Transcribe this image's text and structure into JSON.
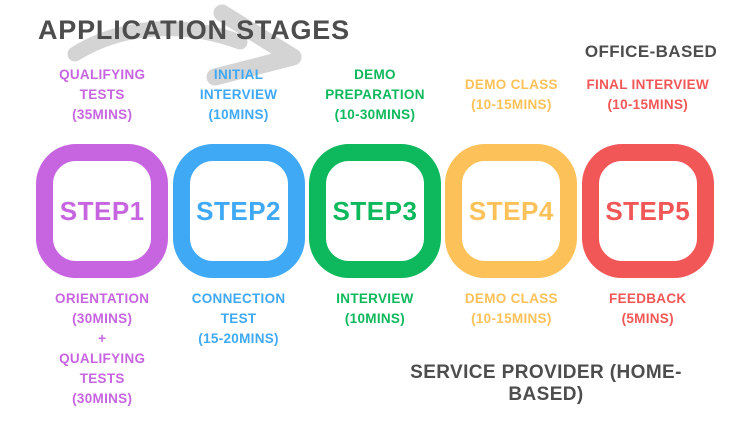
{
  "title": "APPLICATION STAGES",
  "office_based_label": "OFFICE-BASED",
  "service_provider_label": "SERVICE PROVIDER (HOME-BASED)",
  "colors": {
    "dark_text": "#4d4d4d",
    "arrow_gray": "#d4d4d4"
  },
  "steps": [
    {
      "label": "STEP1",
      "color": "#c765e0",
      "top_label": "QUALIFYING\nTESTS\n(35MINS)",
      "bottom_label": "ORIENTATION\n(30MINS)\n+\nQUALIFYING\nTESTS\n(30MINS)"
    },
    {
      "label": "STEP2",
      "color": "#3fa9f5",
      "top_label": "INITIAL\nINTERVIEW\n(10MINS)",
      "bottom_label": "CONNECTION\nTEST\n(15-20MINS)"
    },
    {
      "label": "STEP3",
      "color": "#0db95c",
      "top_label": "DEMO\nPREPARATION\n(10-30MINS)",
      "bottom_label": "INTERVIEW\n(10MINS)"
    },
    {
      "label": "STEP4",
      "color": "#fcc158",
      "top_label": "DEMO CLASS\n(10-15MINS)",
      "bottom_label": "DEMO CLASS\n(10-15MINS)"
    },
    {
      "label": "STEP5",
      "color": "#f25757",
      "top_label": "FINAL INTERVIEW\n(10-15MINS)",
      "bottom_label": "FEEDBACK\n(5MINS)"
    }
  ]
}
